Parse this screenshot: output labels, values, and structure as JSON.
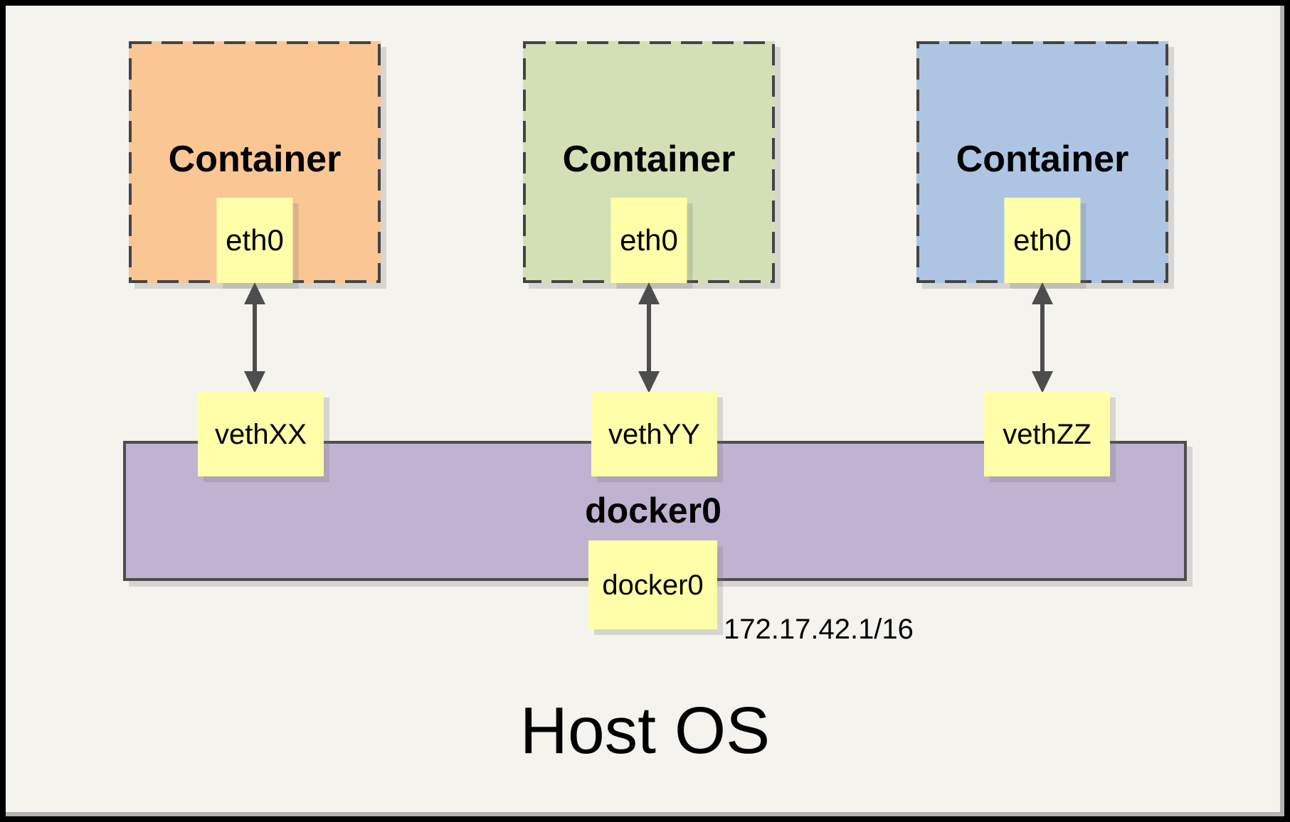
{
  "diagram": {
    "containers": [
      {
        "label": "Container",
        "interface": "eth0",
        "veth": "vethXX",
        "fill": "#F9C694"
      },
      {
        "label": "Container",
        "interface": "eth0",
        "veth": "vethYY",
        "fill": "#D3E0B5"
      },
      {
        "label": "Container",
        "interface": "eth0",
        "veth": "vethZZ",
        "fill": "#ADC5E3"
      }
    ],
    "bridge": {
      "label": "docker0",
      "interface": "docker0",
      "ip": "172.17.42.1/16",
      "fill": "#BFB3D1"
    },
    "host": {
      "label": "Host OS"
    },
    "colors": {
      "background": "#F4F3EE",
      "frame": "#000000",
      "interface_yellow": "#FFFFA9",
      "dashed_border": "#444444",
      "bridge_border": "#4D4D4D",
      "arrow": "#4D4D4D",
      "shadow_gray": "#B3B3B3"
    }
  }
}
